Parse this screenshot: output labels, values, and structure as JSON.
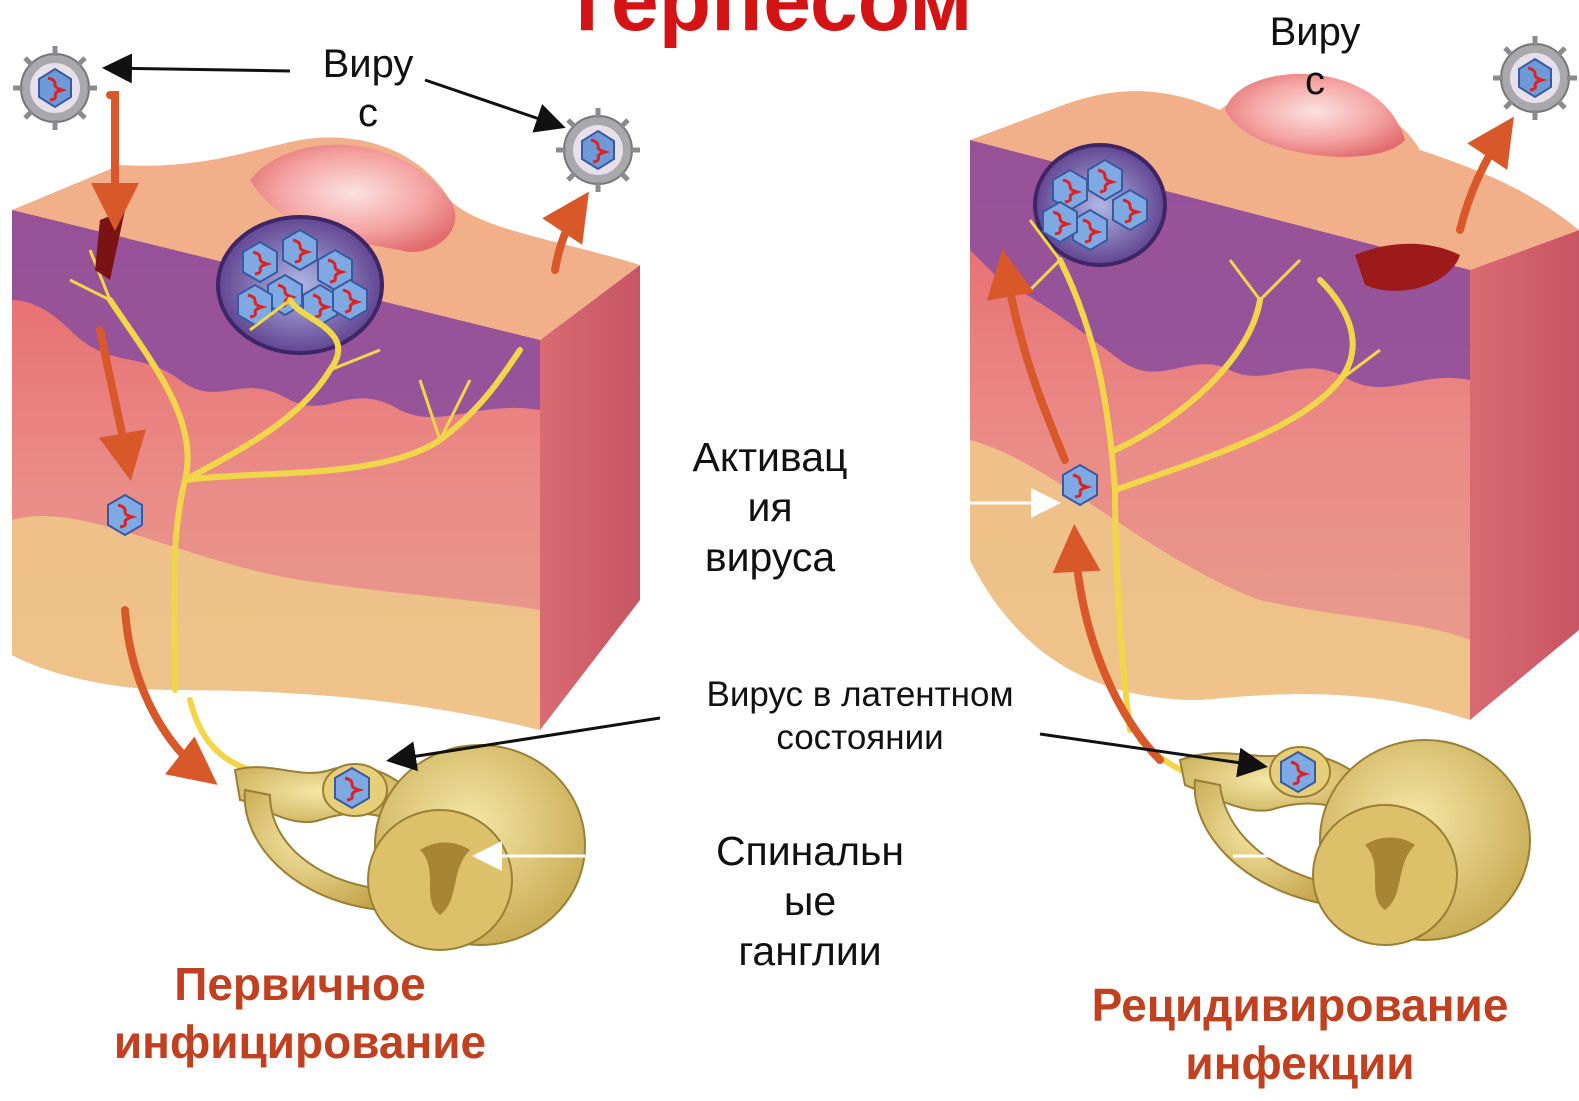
{
  "title_fragment": "герпесом",
  "labels": {
    "virus_left": "Виру\nс",
    "virus_right": "Виру\nс",
    "activation": "Активац\nия\nвируса",
    "latent": "Вирус в латентном\nсостоянии",
    "ganglia": "Спинальн\nые\nганглии"
  },
  "captions": {
    "primary": "Первичное\nинфицирование",
    "recurrent": "Рецидивирование\nинфекции"
  },
  "colors": {
    "title": "#d41414",
    "caption": "#c0401f",
    "skin": "#e98a8a",
    "epidermis": "#8e4f9c",
    "nerve": "#f2d64a",
    "flow_arrow": "#d8582a"
  }
}
